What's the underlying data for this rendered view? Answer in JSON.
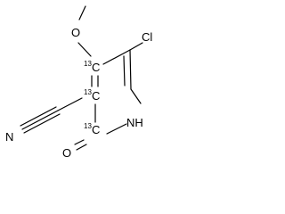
{
  "molecule": {
    "atoms": {
      "oxygen_methoxy": "O",
      "chlorine": "Cl",
      "nitrogen_nitrile": "N",
      "oxygen_carbonyl": "O",
      "nitrogen_ring": "NH"
    },
    "isotope_labels": {
      "c4": "13",
      "c3": "13",
      "c2": "13",
      "carbon_symbol": "C"
    }
  }
}
